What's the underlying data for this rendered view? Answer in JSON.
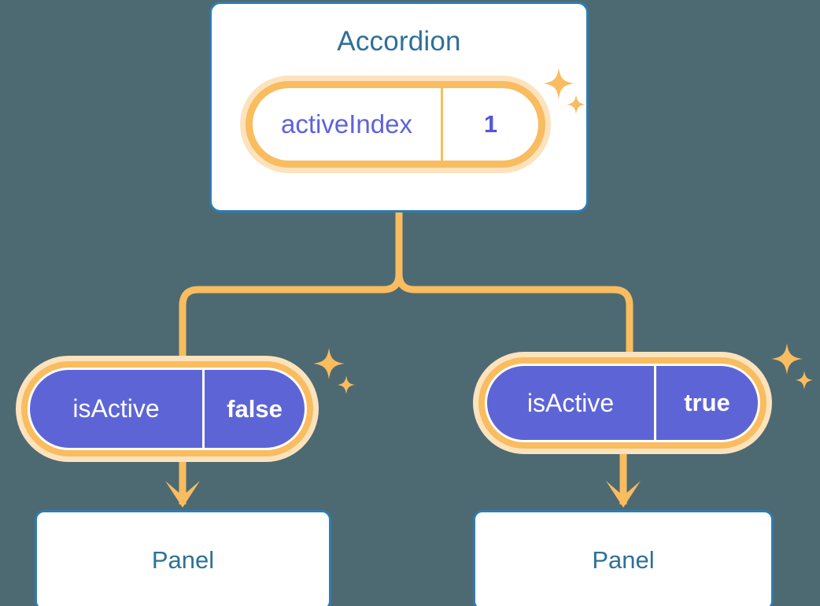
{
  "background_color": "#4d6a72",
  "palette": {
    "card_border": "#2f7cb0",
    "heading_text": "#2e7099",
    "pill_ring": "#f9bc5f",
    "pill_glow": "#fce3bd",
    "pill_purple": "#5d65d6",
    "value_purple": "#5357d8",
    "key_purple": "#5f62dd",
    "connector": "#f9bc5f"
  },
  "root_card": {
    "title": "Accordion",
    "state_pill": {
      "key": "activeIndex",
      "value": "1"
    }
  },
  "branches": [
    {
      "pill": {
        "key": "isActive",
        "value": "false"
      },
      "panel": {
        "title": "Panel"
      }
    },
    {
      "pill": {
        "key": "isActive",
        "value": "true"
      },
      "panel": {
        "title": "Panel"
      }
    }
  ],
  "decorations": {
    "sparkle_icon_name": "sparkle-icon",
    "arrow_icon_name": "arrow-down-icon",
    "connector_name": "tree-connector"
  }
}
